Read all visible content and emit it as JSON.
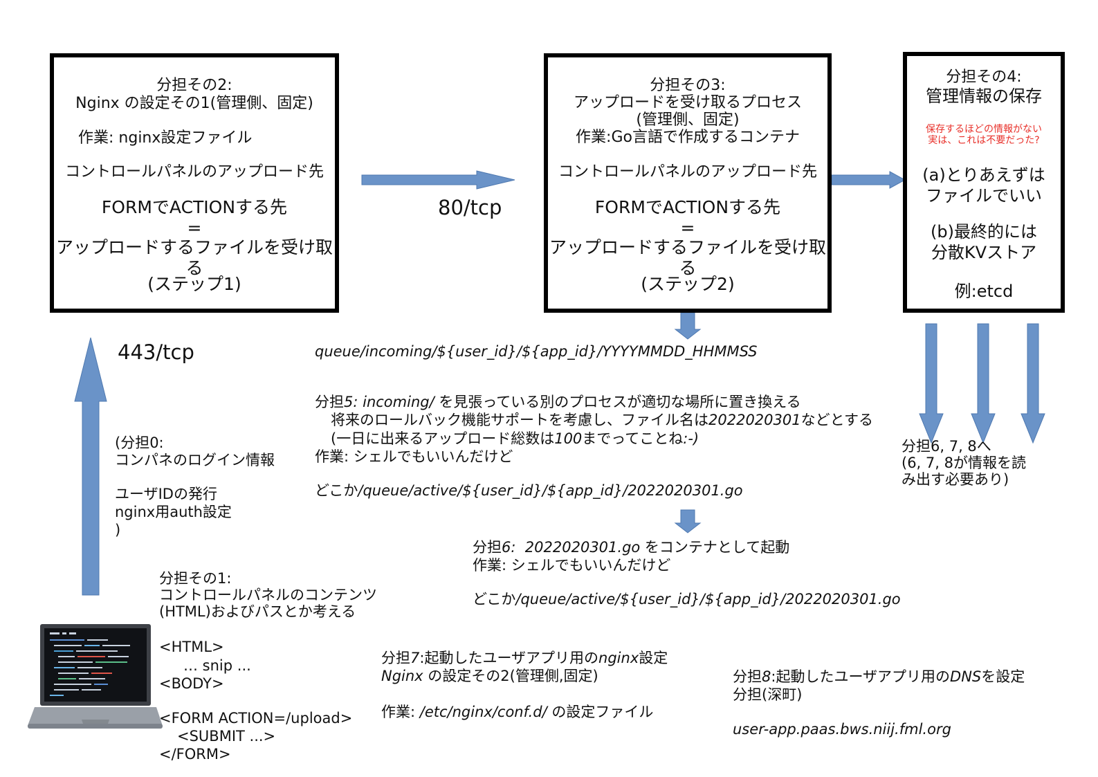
{
  "colors": {
    "arrow": "#6a93c8",
    "arrow_stroke": "#4f79b0",
    "note_red": "#e8302a",
    "border": "#000000"
  },
  "box2": {
    "l1": "分担その2:",
    "l2": "Nginx の設定その1(管理側、固定)",
    "l3": "作業: nginx設定ファイル",
    "l4": "コントロールパネルのアップロード先",
    "l5": "FORMでACTIONする先",
    "l6": "=",
    "l7": "アップロードするファイルを受け取る",
    "l8": "(ステップ1)"
  },
  "box3": {
    "l1": "分担その3:",
    "l2": "アップロードを受け取るプロセス",
    "l3": "(管理側、固定)",
    "l4": "作業:Go言語で作成するコンテナ",
    "l5": "コントロールパネルのアップロード先",
    "l6": "FORMでACTIONする先",
    "l7": "=",
    "l8": "アップロードするファイルを受け取る",
    "l9": "(ステップ2)"
  },
  "box4": {
    "l1": "分担その4:",
    "l2": "管理情報の保存",
    "note1": "保存するほどの情報がない",
    "note2": "実は、これは不要だった?",
    "l3": "(a)とりあえずは",
    "l4": "ファイルでいい",
    "l5": "(b)最終的には",
    "l6": "分散KVストア",
    "l7": "例:etcd"
  },
  "ports": {
    "p80": "80/tcp",
    "p443": "443/tcp"
  },
  "queue_path": "queue/incoming/${user_id}/${app_id}/YYYYMMDD_HHMMSS",
  "part5": {
    "l1a": "分担",
    "l1b": "5: incoming/",
    "l1c": " を見張っている別のプロセスが適切な場所に置き換える",
    "l2a": "将来のロールバック機能サポートを考慮し、ファイル名は",
    "l2b": "2022020301",
    "l2c": "などとする",
    "l3a": "(一日に出来るアップロード総数は",
    "l3b": "100",
    "l3c": "までってことね",
    "l3d": ":-)",
    "l4": "作業: シェルでもいいんだけど",
    "l5a": "どこか",
    "l5b": "/queue/active/${user_id}/${app_id}/2022020301.go"
  },
  "part0": {
    "l1": "(分担0:",
    "l2": "コンパネのログイン情報",
    "l3": "ユーザIDの発行",
    "l4": "nginx用auth設定",
    "l5": ")"
  },
  "part1": {
    "l1": "分担その1:",
    "l2": "コントロールパネルのコンテンツ",
    "l3": "(HTML)およびパスとか考える",
    "l4": "<HTML>",
    "l5": "… snip ...",
    "l6": "<BODY>",
    "l7": "<FORM ACTION=/upload>",
    "l8": "<SUBMIT ...>",
    "l9": "</FORM>"
  },
  "part6": {
    "l1a": "分担",
    "l1b": "6:  2022020301.go",
    "l1c": " をコンテナとして起動",
    "l2": "作業: シェルでもいいんだけど",
    "l3a": "どこか",
    "l3b": "/queue/active/${user_id}/${app_id}/2022020301.go"
  },
  "part678": {
    "l1": "分担6, 7, 8へ",
    "l2": "(6, 7, 8が情報を読",
    "l3": "み出す必要あり)"
  },
  "part7": {
    "l1a": "分担",
    "l1b": "7",
    "l1c": ":起動したユーザアプリ用の",
    "l1d": "nginx",
    "l1e": "設定",
    "l2a": "Nginx",
    "l2b": " の設定その2(管理側,固定)",
    "l3a": "作業: ",
    "l3b": "/etc/nginx/conf.d/",
    "l3c": " の設定ファイル"
  },
  "part8": {
    "l1a": "分担",
    "l1b": "8",
    "l1c": ":起動したユーザアプリ用の",
    "l1d": "DNS",
    "l1e": "を設定",
    "l2": "分担(深町)",
    "l3": "user-app.paas.bws.niij.fml.org"
  },
  "icons": {
    "laptop": "laptop-icon"
  }
}
